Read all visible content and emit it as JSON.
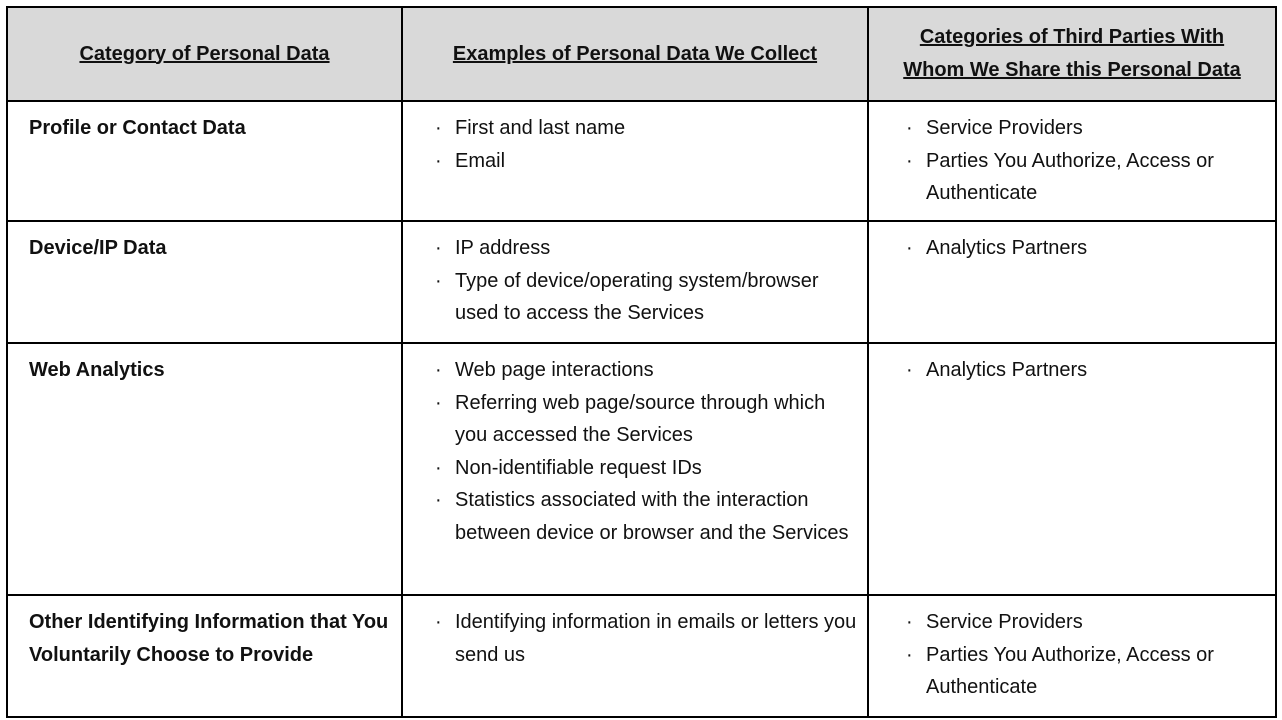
{
  "table": {
    "headers": [
      "Category of Personal Data",
      "Examples of Personal Data We Collect",
      "Categories of Third Parties With Whom We Share this Personal Data"
    ],
    "bullet": "·",
    "rows": [
      {
        "category": "Profile or Contact Data",
        "examples": [
          "First and last name",
          "Email"
        ],
        "third_parties": [
          "Service Providers",
          "Parties You Authorize, Access or Authenticate"
        ]
      },
      {
        "category": "Device/IP Data",
        "examples": [
          "IP address",
          "Type of device/operating system/browser used to access the Services"
        ],
        "third_parties": [
          "Analytics Partners"
        ]
      },
      {
        "category": "Web Analytics",
        "examples": [
          "Web page interactions",
          "Referring web page/source through which you accessed the Services",
          "Non-identifiable request IDs",
          "Statistics associated with the interaction between device or browser and the Services"
        ],
        "third_parties": [
          "Analytics Partners"
        ]
      },
      {
        "category": "Other Identifying Information that You Voluntarily Choose to Provide",
        "examples": [
          "Identifying information in emails or letters you send us"
        ],
        "third_parties": [
          "Service Providers",
          "Parties You Authorize, Access or Authenticate"
        ]
      }
    ]
  }
}
